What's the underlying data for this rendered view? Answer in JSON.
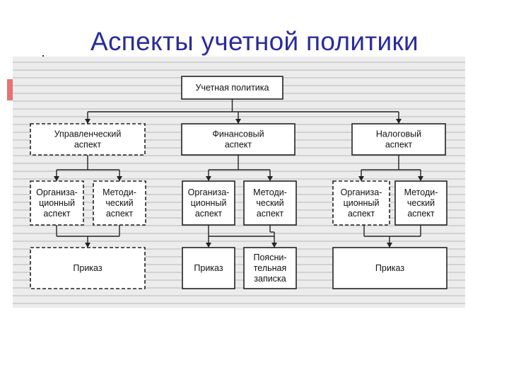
{
  "slide": {
    "title": "Аспекты учетной политики"
  },
  "diagram": {
    "root": {
      "label": [
        "Учетная политика"
      ]
    },
    "aspects": [
      {
        "id": "management",
        "label": [
          "Управленческий",
          "аспект"
        ],
        "dashed": true
      },
      {
        "id": "financial",
        "label": [
          "Финансовый",
          "аспект"
        ],
        "dashed": false
      },
      {
        "id": "tax",
        "label": [
          "Налоговый",
          "аспект"
        ],
        "dashed": false
      }
    ],
    "sub_aspects": [
      {
        "id": "mgmt-org",
        "parent": "management",
        "label": [
          "Организа-",
          "ционный",
          "аспект"
        ],
        "dashed": true
      },
      {
        "id": "mgmt-method",
        "parent": "management",
        "label": [
          "Методи-",
          "ческий",
          "аспект"
        ],
        "dashed": true
      },
      {
        "id": "fin-org",
        "parent": "financial",
        "label": [
          "Организа-",
          "ционный",
          "аспект"
        ],
        "dashed": false
      },
      {
        "id": "fin-method",
        "parent": "financial",
        "label": [
          "Методи-",
          "ческий",
          "аспект"
        ],
        "dashed": false
      },
      {
        "id": "tax-org",
        "parent": "tax",
        "label": [
          "Организа-",
          "ционный",
          "аспект"
        ],
        "dashed": true
      },
      {
        "id": "tax-method",
        "parent": "tax",
        "label": [
          "Методи-",
          "ческий",
          "аспект"
        ],
        "dashed": false
      }
    ],
    "documents": [
      {
        "id": "mgmt-order",
        "label": [
          "Приказ"
        ],
        "dashed": true
      },
      {
        "id": "fin-order",
        "label": [
          "Приказ"
        ],
        "dashed": false
      },
      {
        "id": "fin-note",
        "label": [
          "Поясни-",
          "тельная",
          "записка"
        ],
        "dashed": false
      },
      {
        "id": "tax-order",
        "label": [
          "Приказ"
        ],
        "dashed": false
      }
    ]
  }
}
